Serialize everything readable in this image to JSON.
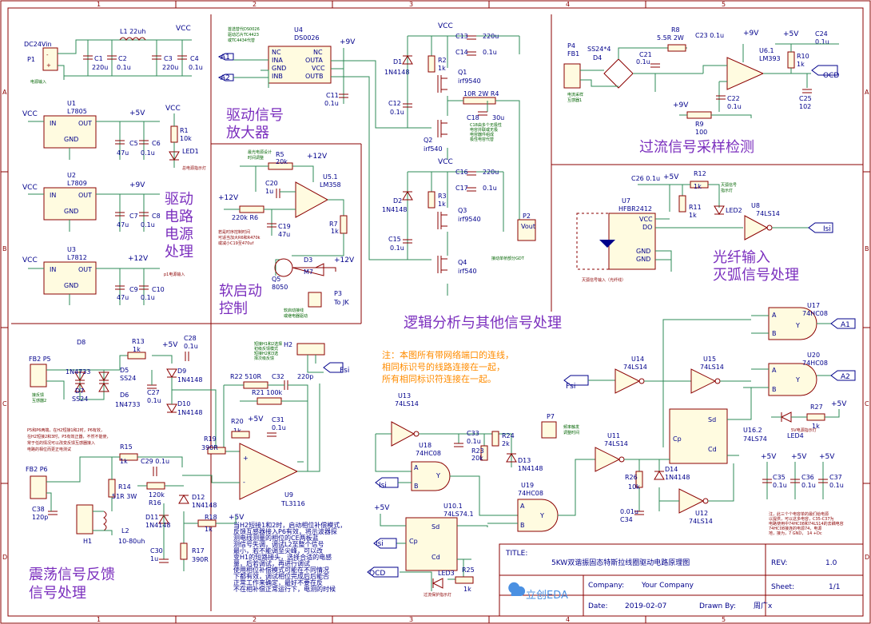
{
  "border": {
    "col_labels": [
      "1",
      "2",
      "3",
      "4",
      "5"
    ],
    "row_labels": [
      "A",
      "B",
      "C",
      "D"
    ]
  },
  "sections": {
    "drive_power": "驱动\n电路\n电源\n处理",
    "drive_amp": [
      "驱动信号",
      "放大器"
    ],
    "soft_start": [
      "软启动",
      "控制"
    ],
    "overcurrent": "过流信号采样检测",
    "fiber": [
      "光纤输入",
      "灭弧信号处理"
    ],
    "logic": "逻辑分析与其他信号处理",
    "feedback": [
      "震荡信号反馈",
      "信号处理"
    ]
  },
  "note": {
    "lines": [
      "注：本图所有带网络端口的连线，",
      "相同标识号的线路连接在一起，",
      "所有相同标识符连接在一起。"
    ]
  },
  "title_block": {
    "title_label": "TITLE:",
    "title": "5KW双谐振固态特斯拉线圈驱动电路原理图",
    "rev_label": "REV:",
    "rev": "1.0",
    "company_label": "Company:",
    "company": "Your Company",
    "sheet_label": "Sheet:",
    "sheet": "1/1",
    "date_label": "Date:",
    "date": "2019-02-07",
    "drawn_label": "Drawn By:",
    "drawn": "周广x",
    "logo": "立创EDA"
  },
  "power": {
    "p1_name": "DC24Vin",
    "p1_ref": "P1",
    "p1_note": "电源输入",
    "l1": "L1  22uh",
    "c1": "C1",
    "c1v": "220u",
    "c2": "C2",
    "c2v": "0.1u",
    "c3": "C3",
    "c3v": "220u",
    "c4": "C4",
    "c4v": "0.1u",
    "vcc": "VCC",
    "u1": "U1",
    "u1p": "L7805",
    "u1out": "+5V",
    "u2": "U2",
    "u2p": "L7809",
    "u2out": "+9V",
    "u3": "U3",
    "u3p": "L7812",
    "u3out": "+12V",
    "in": "IN",
    "out": "OUT",
    "gnd": "GND",
    "c5": "C5",
    "c6": "C6",
    "c7": "C7",
    "c8": "C8",
    "c9": "C9",
    "c10": "C10",
    "v47": "47u",
    "v01": "0.1u",
    "r1": "R1",
    "r1v": "10k",
    "led1": "LED1",
    "led1_note": "总电源指示灯"
  },
  "drive": {
    "u4": "U4",
    "u4p": "DS0026",
    "u4_note": [
      "首选替代DS0026",
      "驱动芯片TC4423",
      "或TC4434代替"
    ],
    "pins": [
      "NC",
      "INA",
      "GND",
      "INB",
      "NC",
      "OUTA",
      "VCC",
      "OUTB"
    ],
    "a1": "A1",
    "a2": "A2",
    "v9": "+9V",
    "c11": "C11",
    "c11v": "0.1u",
    "d1": "D1",
    "d1v": "1N4148",
    "r2": "R2",
    "r2v": "1k",
    "q1": "Q1",
    "q1p": "irf9540",
    "q2": "Q2",
    "q2p": "irf540",
    "c12": "C12",
    "c12v": "0.1u",
    "c13": "C13",
    "c13v": "220u",
    "c14": "C14",
    "c14v": "0.1u",
    "r4": "10R 2W  R4",
    "c18": "C18",
    "c18v": "30u",
    "c18_note": [
      "C18由多个无极性",
      "电容并联或无极",
      "电容器件组成",
      "极性电容代替"
    ],
    "d2": "D2",
    "d2v": "1N4148",
    "r3": "R3",
    "r3v": "1k",
    "q3": "Q3",
    "q3p": "irf9540",
    "q4": "Q4",
    "q4p": "irf540",
    "c15": "C15",
    "c15v": "0.1u",
    "c16": "C16",
    "c16v": "220u",
    "c17": "C17",
    "c17v": "0.1u",
    "p2": "P2",
    "p2v": "Vout",
    "gdt": "接动单桥部分GDT"
  },
  "soft": {
    "r5": "R5",
    "r5v": "20k",
    "r5_note": [
      "最光电源设计",
      "时间调整"
    ],
    "c20": "C20",
    "c20v": "1u",
    "u5": "U5.1",
    "u5p": "LM358",
    "v12": "+12V",
    "r6": "220k  R6",
    "c19": "C19",
    "c19v": "47u",
    "r7": "R7",
    "r7v": "1k",
    "soft_note": [
      "若是时序控制时间",
      "可适当加大R6和R470k",
      "或减小C19至470uf"
    ],
    "q5": "Q5",
    "q5p": "8050",
    "d3": "D3",
    "d3p": "M7",
    "p3": "P3",
    "p3v": "To JK",
    "p3_note": [
      "软启动接线",
      "或继电器驱动"
    ]
  },
  "oc": {
    "p4": "P4",
    "fb1": "FB1",
    "p4_note": [
      "电流采样",
      "互感器1"
    ],
    "d4": "SS24*4",
    "d4r": "D4",
    "r8": "R8",
    "r8v": "5.5R 2W",
    "c21": "C21",
    "c21v": "0.1u",
    "c23": "C23 0.1u",
    "v9": "+9V",
    "u6": "U6.1",
    "u6p": "LM393",
    "v5": "+5V",
    "c24": "C24",
    "c24v": "0.1u",
    "r10": "R10",
    "r10v": "1k",
    "c22": "C22",
    "c22v": "0.1u",
    "r9": "R9",
    "r9v": "100",
    "c25": "C25",
    "c25v": "102",
    "ocd": "OCD"
  },
  "fiber": {
    "c26": "C26 0.1u",
    "v5": "+5V",
    "r12": "R12",
    "r12v": "1k",
    "u7": "U7",
    "u7p": "HFBR2412",
    "r11": "R11",
    "r11v": "1k",
    "led2": "LED2",
    "led2_note": [
      "灭弧信号",
      "指示灯"
    ],
    "u8": "U8",
    "u8p": "74LS14",
    "isi": "Isi",
    "fiber_note": "灭弧信号输入（光纤线）",
    "pins": [
      "VCC",
      "DO",
      "GND",
      "GND"
    ]
  },
  "fb": {
    "fb2": "FB2 P5",
    "d8": "D8",
    "d8v": "1N4733",
    "d5": "D5",
    "d5v": "SS24",
    "d7": "D7",
    "d7v": "SS24",
    "d6": "D6",
    "d6v": "1N4733",
    "p5_note": [
      "接反馈",
      "互感器2"
    ],
    "r13": "R13",
    "r13v": "1k",
    "c28": "C28",
    "c28v": "0.1u",
    "v5": "+5V",
    "d9": "D9",
    "d9v": "1N4148",
    "c27": "C27",
    "c27v": "0.1u",
    "d10": "D10",
    "d10v": "1N4148",
    "h2": "H2",
    "h2_note": [
      "短接H1和2选择",
      "初级反馈模式",
      "短接H2和3选",
      "择次级反馈"
    ],
    "fsi": "Fsi",
    "r22": "R22 510R",
    "c32": "C32",
    "c32v": "220p",
    "r21": "R21 100k",
    "r20": "R20",
    "r20v": "1k",
    "c31": "C31",
    "c31v": "0.1u",
    "r19": "R19",
    "r19v": "390R",
    "u9": "U9",
    "u9p": "TL3116",
    "p6": "FB2 P6",
    "red_note": [
      "P5和P6两端，在H2短接1和2时，P6有效，",
      "在H2短接2和3时，P5有效正器，不然不能使，",
      "常于任的情况可以改变反馈互感器接入",
      "电路的相位而更正电测试"
    ],
    "r15": "R15",
    "r15v": "1k",
    "c29": "C29 0.1u",
    "r14": "R14",
    "r14v": "51R 3W",
    "r16": "120k",
    "r16r": "R16",
    "d12": "D12",
    "d12v": "1N4148",
    "c38": "C38",
    "c38v": "120p",
    "h1": "H1",
    "l2": "L2",
    "l2v": "10-80uh",
    "d11": "D11",
    "d11v": "1N4148",
    "r18": "R18",
    "r18v": "1k",
    "c30": "C30",
    "c30v": "1u",
    "r17": "R17",
    "r17v": "390R",
    "blue_note": [
      "当H2短接1和2时，启动相位补偿模式，",
      "反馈互感器接入P6有效，将示波器探",
      "测电线测量的相位的CE两板蓝",
      "测信号失调，调试L2至整个信号",
      "最小，若不能调至尖峰，可以改",
      "变H1的短路接头，选择合适的电感",
      "量，后若调试，再进行调试",
      "使用相位补偿模式可能在不同情况",
      "下都有效，调试相位完成后后能否",
      "正常工作来确定，最好不要在反",
      "不在相补偿正常运行下，电测的时候"
    ]
  },
  "logic": {
    "u13": "U13",
    "u13p": "74LS14",
    "c33": "C33",
    "c33v": "0.1u",
    "r24": "R24",
    "r24v": "2k",
    "r23": "R23",
    "r23v": "20k",
    "d13": "D13",
    "d13v": "1N4148",
    "p7": "P7",
    "p7_note": [
      "频率触发",
      "调整时间"
    ],
    "u18": "U18",
    "u18p": "74HC08",
    "u19": "U19",
    "u19p": "74HC08",
    "u14": "U14",
    "u14p": "74LS14",
    "u15": "U15",
    "u15p": "74LS14",
    "u17": "U17",
    "u17p": "74HC08",
    "u20": "U20",
    "u20p": "74HC08",
    "u11": "U11",
    "u11p": "74LS14",
    "u12": "U12",
    "u12p": "74LS14",
    "u16": "U16.2",
    "u16p": "74LS74",
    "u10": "U10.1",
    "u10p": "74LS74.1",
    "r25": "R25",
    "r25v": "1k",
    "led3": "LED3",
    "led3_note": "过流保护指示灯",
    "r26": "R26",
    "r26v": "10k",
    "d14": "D14",
    "d14v": "1N4148",
    "c34": "C34",
    "c34v": "0.01u",
    "r27": "R27",
    "r27v": "1k",
    "led4": "LED4",
    "led4_note": "5V电源指示灯",
    "c35": "C35",
    "c36": "C36",
    "c37": "C37",
    "v01": "0.1u",
    "v5": "+5V",
    "caps_note": [
      "注，此三个个电容单的最们给电源",
      "以提供，可以这多电容，C35-C37为",
      "电路使用中74HC08和74LS14的去耦电容",
      "74HC08接连的电源74，电源",
      "地，接为，7 GND， 14 +Dc"
    ],
    "fsi": "Fsi",
    "isi": "Isi",
    "ocd": "OCD",
    "a1": "A1",
    "a2": "A2",
    "v5a": "+5V"
  }
}
